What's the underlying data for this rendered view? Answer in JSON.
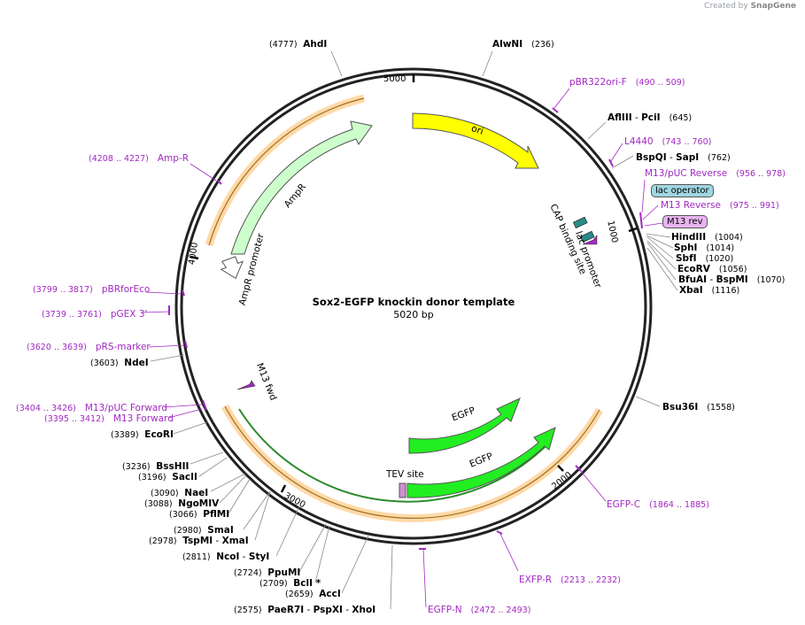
{
  "credit": {
    "prefix": "Created by",
    "brand": "SnapGene"
  },
  "plasmid": {
    "name": "Sox2-EGFP knockin donor template",
    "size_label": "5020 bp",
    "length": 5020
  },
  "ticks": [
    "1000",
    "2000",
    "3000",
    "4000",
    "5000"
  ],
  "colors": {
    "primer": "#a229c2",
    "ori": "#ffff00",
    "ampr": "#ccffcc",
    "egfp": "#22ee22",
    "orange": "#ffcc88"
  },
  "features": [
    {
      "key": "ori",
      "label": "ori"
    },
    {
      "key": "ampr",
      "label": "AmpR"
    },
    {
      "key": "ampr_prom",
      "label": "AmpR promoter"
    },
    {
      "key": "egfp_inner",
      "label": "EGFP"
    },
    {
      "key": "egfp_outer",
      "label": "EGFP"
    },
    {
      "key": "tev",
      "label": "TEV site"
    },
    {
      "key": "cap",
      "label": "CAP binding site"
    },
    {
      "key": "lacprom",
      "label": "lac promoter"
    },
    {
      "key": "m13fwd",
      "label": "M13 fwd"
    }
  ],
  "primers": [
    {
      "name": "pBR322ori-F",
      "range": "(490 .. 509)"
    },
    {
      "name": "L4440",
      "range": "(743 .. 760)"
    },
    {
      "name": "M13/pUC Reverse",
      "range": "(956 .. 978)"
    },
    {
      "name": "lac operator",
      "range": ""
    },
    {
      "name": "M13 Reverse",
      "range": "(975 .. 991)"
    },
    {
      "name": "M13 rev",
      "range": ""
    },
    {
      "name": "EGFP-C",
      "range": "(1864 .. 1885)"
    },
    {
      "name": "EXFP-R",
      "range": "(2213 .. 2232)"
    },
    {
      "name": "EGFP-N",
      "range": "(2472 .. 2493)"
    },
    {
      "name": "Amp-R",
      "range": "(4208 .. 4227)"
    },
    {
      "name": "pBRforEco",
      "range": "(3799 .. 3817)"
    },
    {
      "name": "pGEX 3'",
      "range": "(3739 .. 3761)"
    },
    {
      "name": "pRS-marker",
      "range": "(3620 .. 3639)"
    },
    {
      "name": "M13/pUC Forward",
      "range": "(3404 .. 3426)"
    },
    {
      "name": "M13 Forward",
      "range": "(3395 .. 3412)"
    }
  ],
  "sites": [
    {
      "name": "AhdI",
      "pos": "(4777)"
    },
    {
      "name": "AlwNI",
      "pos": "(236)"
    },
    {
      "name": "AflIII",
      "sep": " - ",
      "name2": "PciI",
      "pos": "(645)"
    },
    {
      "name": "BspQI",
      "sep": " - ",
      "name2": "SapI",
      "pos": "(762)"
    },
    {
      "name": "HindIII",
      "pos": "(1004)"
    },
    {
      "name": "SphI",
      "pos": "(1014)"
    },
    {
      "name": "SbfI",
      "pos": "(1020)"
    },
    {
      "name": "EcoRV",
      "pos": "(1056)"
    },
    {
      "name": "BfuAI",
      "sep": " - ",
      "name2": "BspMI",
      "pos": "(1070)"
    },
    {
      "name": "XbaI",
      "pos": "(1116)"
    },
    {
      "name": "Bsu36I",
      "pos": "(1558)"
    },
    {
      "name": "NdeI",
      "pos": "(3603)"
    },
    {
      "name": "EcoRI",
      "pos": "(3389)"
    },
    {
      "name": "BssHII",
      "pos": "(3236)"
    },
    {
      "name": "SacII",
      "pos": "(3196)"
    },
    {
      "name": "NaeI",
      "pos": "(3090)"
    },
    {
      "name": "NgoMIV",
      "pos": "(3088)"
    },
    {
      "name": "PflMI",
      "pos": "(3066)"
    },
    {
      "name": "SmaI",
      "pos": "(2980)"
    },
    {
      "name": "TspMI",
      "sep": " - ",
      "name2": "XmaI",
      "pos": "(2978)"
    },
    {
      "name": "NcoI",
      "sep": " - ",
      "name2": "StyI",
      "pos": "(2811)"
    },
    {
      "name": "PpuMI",
      "pos": "(2724)"
    },
    {
      "name": "BclI *",
      "pos": "(2709)"
    },
    {
      "name": "AccI",
      "pos": "(2659)"
    },
    {
      "name": "PaeR7I",
      "sep": " - ",
      "name2": "PspXI",
      "sep2": " - ",
      "name3": "XhoI",
      "pos": "(2575)"
    }
  ]
}
